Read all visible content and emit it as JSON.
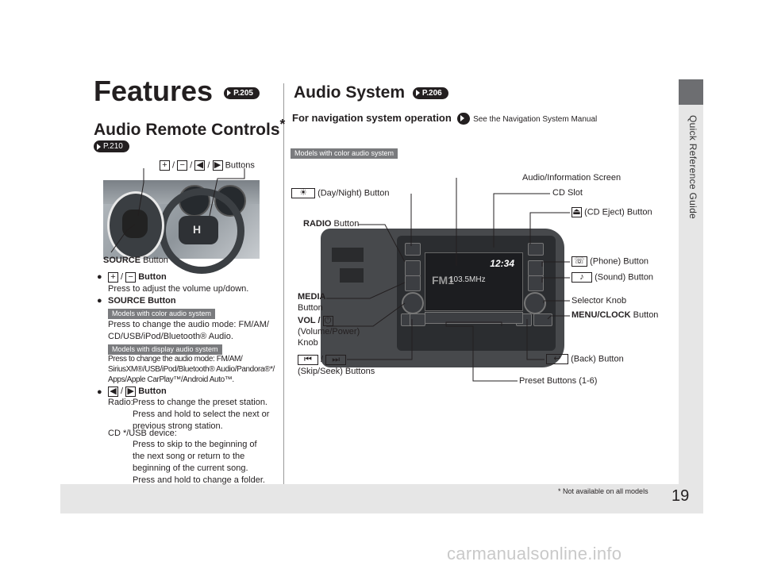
{
  "sidebar": {
    "label": "Quick Reference Guide"
  },
  "footer": {
    "page_number": "19",
    "footnote": "* Not available on all models"
  },
  "watermark": "carmanualsonline.info",
  "left": {
    "title": "Features",
    "title_ref": "P.205",
    "subtitle": "Audio Remote Controls",
    "subtitle_star": "*",
    "subtitle_ref": "P.210",
    "buttons_label": "Buttons",
    "source_label": "SOURCE",
    "source_label_suffix": "Button",
    "items": {
      "vol_button": "Button",
      "vol_desc": "Press to adjust the volume up/down.",
      "source_heading": "SOURCE Button",
      "color_tag": "Models with color audio system",
      "color_desc": "Press to change the audio mode: FM/AM/ CD/USB/iPod/Bluetooth® Audio.",
      "display_tag": "Models with display audio system",
      "display_desc_1": "Press to change the audio mode: FM/AM/",
      "display_desc_2": "SiriusXM®/USB/iPod/Bluetooth® Audio/Pandora®*/",
      "display_desc_3": "Apps/Apple CarPlay™/Android Auto™.",
      "skip_button": "Button",
      "radio_label": "Radio:",
      "radio_desc_1": "Press to change the preset station.",
      "radio_desc_2": "Press and hold to select the next or",
      "radio_desc_3": "previous strong station.",
      "cd_label": "CD */USB device:",
      "cd_desc_1": "Press to skip to the beginning of",
      "cd_desc_2": "the next song or return to the",
      "cd_desc_3": "beginning of the current song.",
      "cd_desc_4": "Press and hold to change a folder."
    }
  },
  "right": {
    "title": "Audio System",
    "title_ref": "P.206",
    "nav_heading": "For navigation system operation",
    "nav_note": "See the Navigation System Manual",
    "tag": "Models with color audio system",
    "screen_clock": "12:34",
    "screen_freq": "103.5MHz",
    "screen_band": "FM1",
    "callouts": {
      "audio_screen": "Audio/Information Screen",
      "day_night": "(Day/Night) Button",
      "cd_slot": "CD Slot",
      "cd_eject": "(CD Eject) Button",
      "radio": "RADIO",
      "radio_suffix": "Button",
      "phone": "(Phone) Button",
      "sound": "(Sound) Button",
      "media_1": "MEDIA",
      "media_2": "Button",
      "selector": "Selector Knob",
      "vol_1": "VOL /",
      "vol_2": "(Volume/Power)",
      "vol_3": "Knob",
      "menu": "MENU/CLOCK",
      "menu_suffix": "Button",
      "back": "(Back) Button",
      "skip": "(Skip/Seek) Buttons",
      "presets": "Preset Buttons (1-6)"
    }
  }
}
